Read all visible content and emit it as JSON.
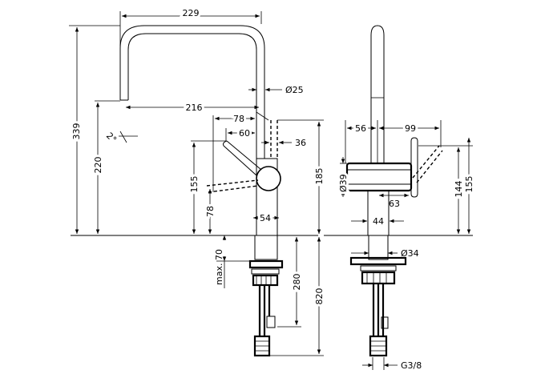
{
  "front_view": {
    "dims": {
      "width_top": "229",
      "total_height": "339",
      "spout_diameter": "Ø25",
      "reach": "216",
      "angle": "2°",
      "spout_height": "220",
      "handle_reach": "78",
      "handle_reach_inner": "60",
      "dim_36": "36",
      "handle_height": "155",
      "handle_low": "78",
      "base_width": "54",
      "max_thickness": "max. 70",
      "hose_length": "280",
      "supply_length": "820",
      "dim_185": "185"
    }
  },
  "side_view": {
    "dims": {
      "left_offset": "56",
      "right_offset": "99",
      "diameter_39": "Ø39",
      "dim_63": "63",
      "dim_44": "44",
      "height_144": "144",
      "height_155": "155",
      "base_diameter": "Ø34",
      "thread": "G3/8"
    }
  }
}
